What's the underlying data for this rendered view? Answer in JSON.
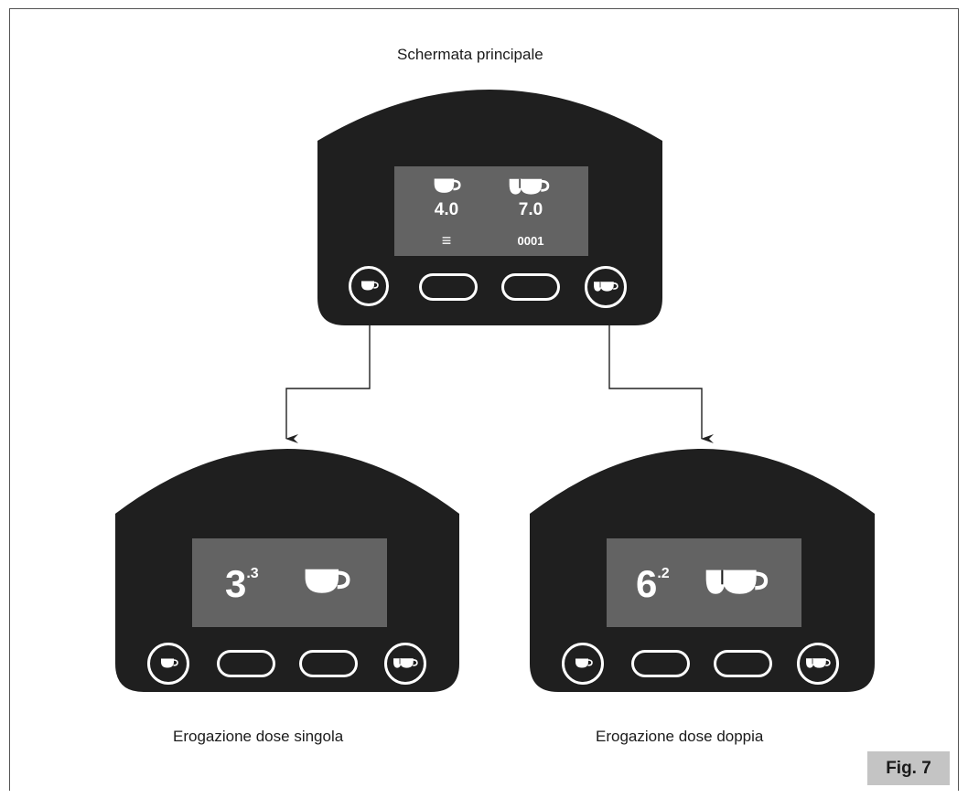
{
  "captions": {
    "top": "Schermata principale",
    "bottom_left": "Erogazione dose singola",
    "bottom_right": "Erogazione dose doppia"
  },
  "fig_label": "Fig. 7",
  "main_panel": {
    "single_value": "4.0",
    "double_value": "7.0",
    "counter": "0001",
    "menu_glyph": "≡",
    "icons": [
      "single-cup-icon",
      "double-cup-icon",
      "menu-icon"
    ]
  },
  "single_panel": {
    "value": "3",
    "decimal": ".3",
    "icon": "single-cup-icon"
  },
  "double_panel": {
    "value": "6",
    "decimal": ".2",
    "icon": "double-cup-icon"
  },
  "colors": {
    "panel_body": "#1f1f1f",
    "screen": "#636363",
    "text": "#ffffff",
    "fig_badge": "#c4c4c4"
  }
}
